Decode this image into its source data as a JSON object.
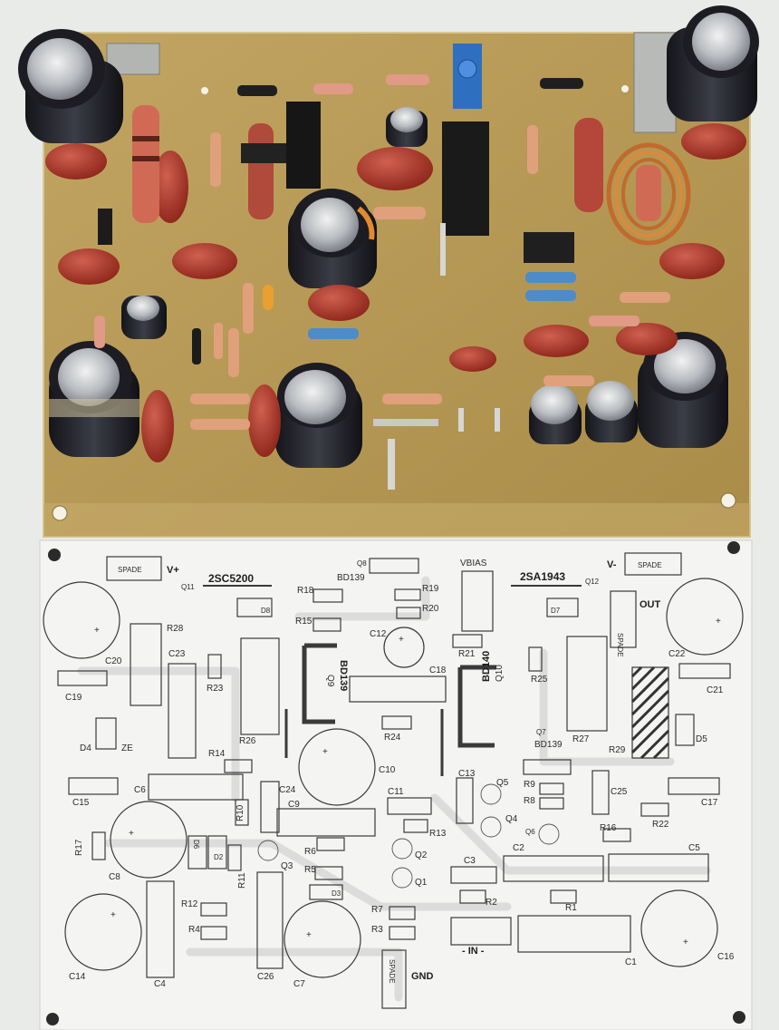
{
  "image": {
    "subject": "Audio amplifier circuit board: populated PCB above its printed component-placement layout"
  },
  "layout_sheet": {
    "transistor_labels": {
      "q11_part": "2SC5200",
      "q12_part": "2SA1943"
    },
    "connector_labels": {
      "spade_left": "SPADE",
      "spade_right": "SPADE",
      "spade_out": "SPADE",
      "spade_gnd": "SPADE"
    },
    "terminal_labels": {
      "v_plus": "V+",
      "v_minus": "V-",
      "out": "OUT",
      "gnd": "GND",
      "in": "- IN -",
      "vbias": "VBIAS"
    },
    "labels": {
      "q11": "Q11",
      "q12": "Q12",
      "q8": "Q8",
      "bd139_a": "BD139",
      "bd139_b": "BD139",
      "bd139_c": "BD139",
      "bd140": "BD140",
      "q9": "Q9",
      "q10": "Q10",
      "q7": "Q7",
      "r18": "R18",
      "r19": "R19",
      "r20": "R20",
      "r15": "R15",
      "r21": "R21",
      "r23": "R23",
      "r25": "R25",
      "r26": "R26",
      "r27": "R27",
      "r28": "R28",
      "r29": "R29",
      "r24": "R24",
      "r14": "R14",
      "r10": "R10",
      "r11": "R11",
      "r17": "R17",
      "r13": "R13",
      "r6": "R6",
      "r5": "R5",
      "r7": "R7",
      "r3": "R3",
      "r12": "R12",
      "r4": "R4",
      "r2": "R2",
      "r1": "R1",
      "r9": "R9",
      "r8": "R8",
      "r16": "R16",
      "r22": "R22",
      "c20": "C20",
      "c19": "C19",
      "c23": "C23",
      "c22": "C22",
      "c21": "C21",
      "c18": "C18",
      "c12": "C12",
      "c10": "C10",
      "c13": "C13",
      "c11": "C11",
      "c9": "C9",
      "c6": "C6",
      "c15": "C15",
      "c24": "C24",
      "c8": "C8",
      "c14": "C14",
      "c4": "C4",
      "c26": "C26",
      "c7": "C7",
      "c3": "C3",
      "c2": "C2",
      "c5": "C5",
      "c1": "C1",
      "c16": "C16",
      "c25": "C25",
      "c17": "C17",
      "d8": "D8",
      "d7": "D7",
      "d4": "D4",
      "ze": "ZE",
      "d5": "D5",
      "d6": "D6",
      "d2": "D2",
      "d3": "D3",
      "q5": "Q5",
      "q4": "Q4",
      "q6": "Q6",
      "q3": "Q3",
      "q2": "Q2",
      "q1": "Q1"
    }
  },
  "colors": {
    "pcb": "#b99a52",
    "pcb_edge": "#d6c08a",
    "cap_red": "#a8342a",
    "electrolytic": "#2a2a30",
    "sheet": "#f4f4f2"
  }
}
